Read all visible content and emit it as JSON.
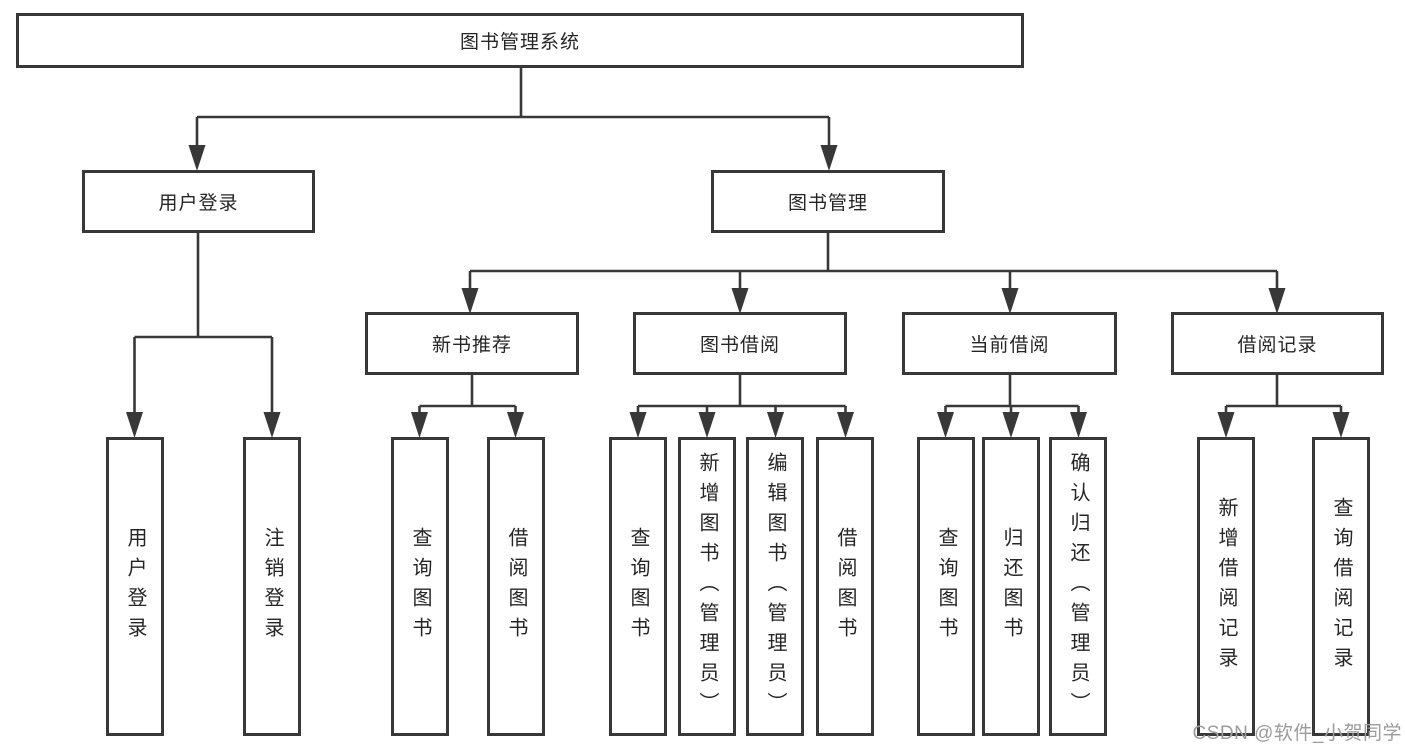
{
  "tree": {
    "root": {
      "label": "图书管理系统"
    },
    "branches": [
      {
        "label": "用户登录",
        "children": [
          {
            "label": "用户登录"
          },
          {
            "label": "注销登录"
          }
        ]
      },
      {
        "label": "图书管理",
        "sections": [
          {
            "label": "新书推荐",
            "children": [
              {
                "label": "查询图书"
              },
              {
                "label": "借阅图书"
              }
            ]
          },
          {
            "label": "图书借阅",
            "children": [
              {
                "label": "查询图书"
              },
              {
                "label": "新增图书（管理员）"
              },
              {
                "label": "编辑图书（管理员）"
              },
              {
                "label": "借阅图书"
              }
            ]
          },
          {
            "label": "当前借阅",
            "children": [
              {
                "label": "查询图书"
              },
              {
                "label": "归还图书"
              },
              {
                "label": "确认归还（管理员）"
              }
            ]
          },
          {
            "label": "借阅记录",
            "children": [
              {
                "label": "新增借阅记录"
              },
              {
                "label": "查询借阅记录"
              }
            ]
          }
        ]
      }
    ]
  },
  "watermark": {
    "text": "CSDN @软件_小贺同学"
  },
  "colors": {
    "line": "#383838",
    "box_border": "#383838",
    "text": "#262626",
    "watermark_text": "#9c9c9c",
    "background": "#ffffff"
  }
}
